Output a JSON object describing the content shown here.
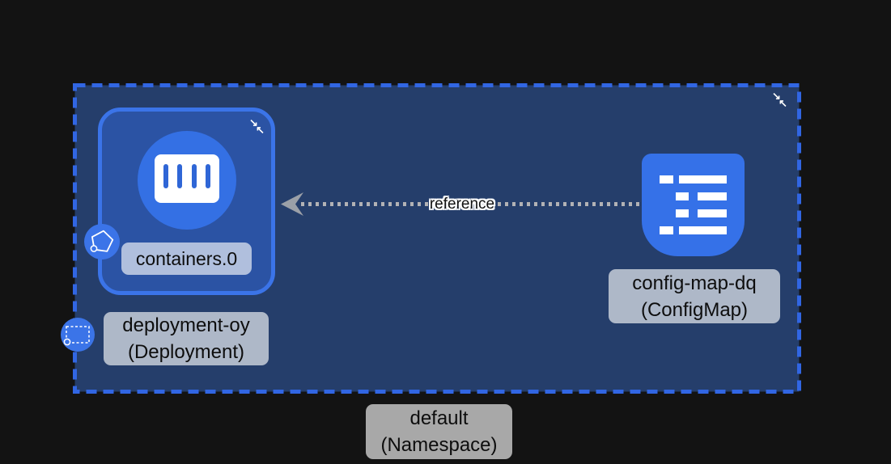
{
  "graph": {
    "background_color": "#131313",
    "namespace": {
      "name": "default",
      "kind_label": "(Namespace)",
      "fill_color": "#253e6b",
      "border_color": "#3166e3"
    },
    "deployment": {
      "name": "deployment-oy",
      "kind_label": "(Deployment)",
      "fill_color": "#2b53a4",
      "border_color": "#3b74e8"
    },
    "container": {
      "label": "containers.0",
      "circle_color": "#3470e4"
    },
    "configmap": {
      "name": "config-map-dq",
      "kind_label": "(ConfigMap)",
      "color": "#3571e8"
    },
    "edge": {
      "label": "reference",
      "direction": "configmap-to-container",
      "line_color": "#b2b2b5",
      "arrow_color": "#9ba0a8"
    },
    "label_background": "rgba(255,255,255,0.63)",
    "icons": {
      "collapse_se_arrow": "↘",
      "collapse_nw_arrow": "↖"
    }
  }
}
